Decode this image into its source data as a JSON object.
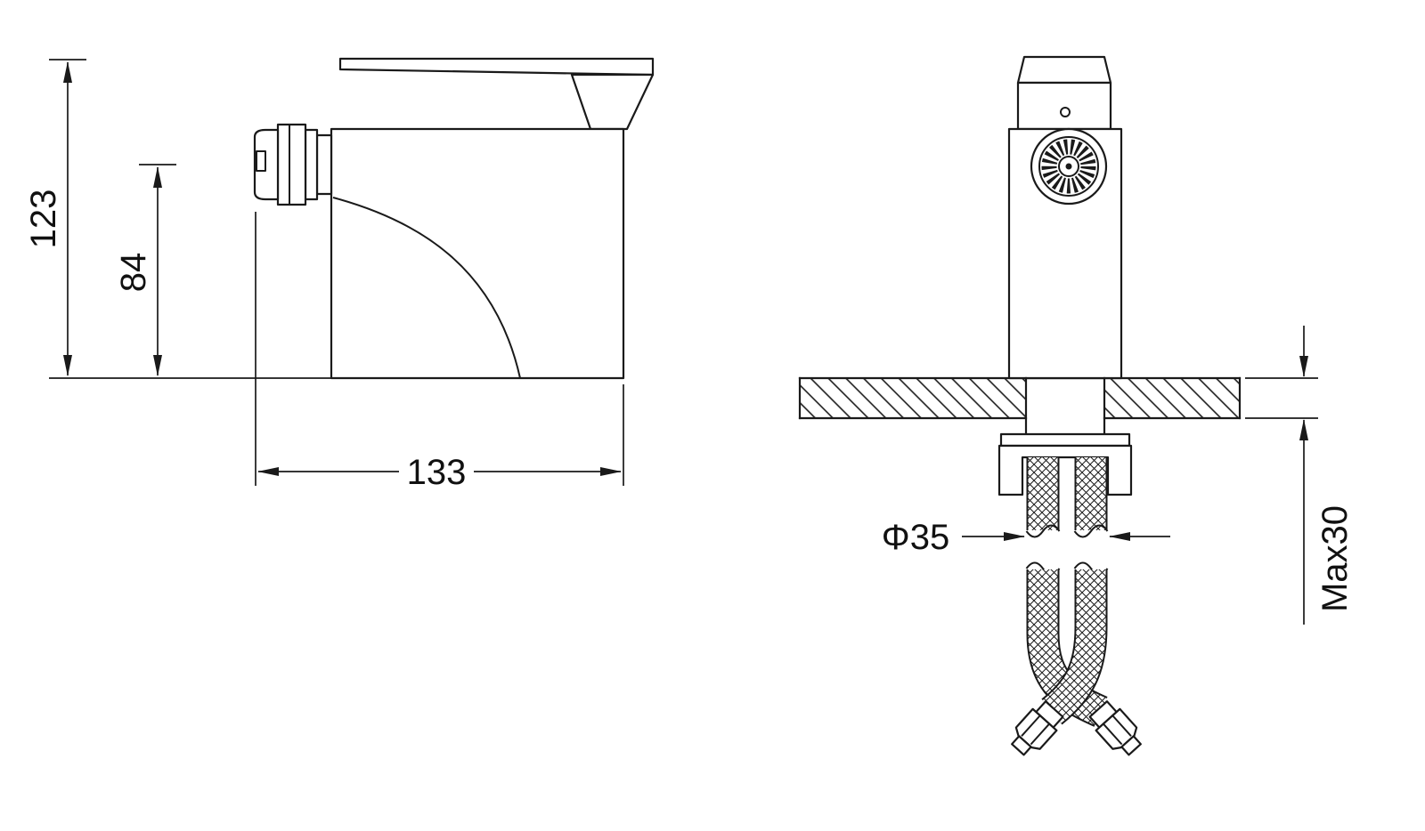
{
  "drawing": {
    "background_color": "#ffffff",
    "line_color": "#1a1a1a",
    "dimensions": {
      "overall_height": "123",
      "spout_height": "84",
      "overall_length": "133",
      "hole_diameter": "Φ35",
      "max_deck_thickness": "Max30"
    }
  }
}
